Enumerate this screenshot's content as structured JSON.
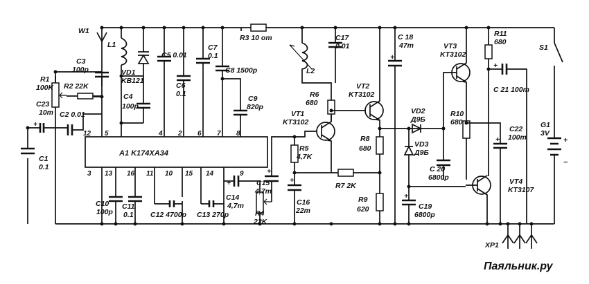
{
  "chip": {
    "label": "A1 K174XA34",
    "pins": [
      "12",
      "5",
      "4",
      "2",
      "6",
      "7",
      "8",
      "3",
      "13",
      "16",
      "11",
      "10",
      "15",
      "14",
      "9"
    ]
  },
  "labels": {
    "W1": "W1",
    "L1": "L1",
    "VD1": "VD1",
    "VD1_type": "KB121",
    "C3": "C3",
    "C3_val": "100p",
    "R1": "R1",
    "R1_val": "100K",
    "R2": "R2 22K",
    "C23": "C23",
    "C23_val": "10m",
    "C2": "C2 0.01",
    "C1": "C1",
    "C1_val": "0.1",
    "C4": "C4",
    "C4_val": "100p",
    "C5": "C5 0.01",
    "C6": "C6",
    "C6_val": "0.1",
    "C7": "C7",
    "C7_val": "0.1",
    "C8": "C8 1500p",
    "C9": "C9",
    "C9_val": "820p",
    "R3": "R3 10 om",
    "C17": "C17",
    "C17_val": "0.01",
    "L2": "L2",
    "R6": "R6",
    "R6_val": "680",
    "VT2": "VT2",
    "VT2_type": "KT3102",
    "VT1": "VT1",
    "VT1_type": "KT3102",
    "R5": "R5",
    "R5_val": "4,7K",
    "C15": "C15",
    "C15_val": "4,7m",
    "C16": "C16",
    "C16_val": "22m",
    "R7": "R7 2K",
    "R8": "R8",
    "R8_val": "680",
    "R9": "R9",
    "R9_val": "620",
    "C18": "C 18",
    "C18_val": "47m",
    "VD2": "VD2",
    "VD2_type": "Д9Б",
    "VD3": "VD3",
    "VD3_type": "Д9Б",
    "C19": "C19",
    "C19_val": "6800p",
    "C20": "C 20",
    "C20_val": "6800p",
    "VT3": "VT3",
    "VT3_type": "KT3102",
    "R10": "R10",
    "R10_val": "680",
    "R11": "R11",
    "R11_val": "680",
    "C21": "C 21 100m",
    "C22": "C22",
    "C22_val": "100m",
    "VT4": "VT4",
    "VT4_type": "KT3107",
    "S1": "S1",
    "G1": "G1",
    "G1_val": "3V",
    "XP1": "XP1",
    "C10": "C10",
    "C10_val": "100p",
    "C11": "C11",
    "C11_val": "0.1",
    "C12": "C12 4700p",
    "C13": "C13 270p",
    "C14": "C14",
    "C14_val": "4,7m",
    "R4": "R4",
    "R4_val": "22K"
  },
  "watermark": "Паяльник.ру"
}
